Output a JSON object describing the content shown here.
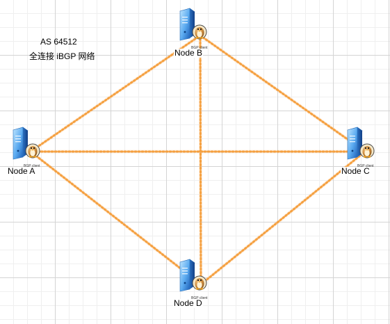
{
  "annotation": {
    "as_label": "AS 64512",
    "mesh_label": "全连接 iBGP 网络"
  },
  "nodes": [
    {
      "id": "node-a",
      "label": "Node A",
      "badge": "BGP client"
    },
    {
      "id": "node-b",
      "label": "Node B",
      "badge": "BGP client"
    },
    {
      "id": "node-c",
      "label": "Node C",
      "badge": "BGP client"
    },
    {
      "id": "node-d",
      "label": "Node D",
      "badge": "BGP client"
    }
  ],
  "links": [
    [
      "node-a",
      "node-b"
    ],
    [
      "node-a",
      "node-c"
    ],
    [
      "node-a",
      "node-d"
    ],
    [
      "node-b",
      "node-c"
    ],
    [
      "node-b",
      "node-d"
    ],
    [
      "node-c",
      "node-d"
    ]
  ],
  "colors": {
    "link": "#f5a040",
    "server_light": "#8ccdf8",
    "server_dark": "#1f6fc7",
    "penguin_body": "#c07a2a"
  },
  "icons": {
    "server": "server-icon",
    "client": "linux-penguin-icon"
  }
}
